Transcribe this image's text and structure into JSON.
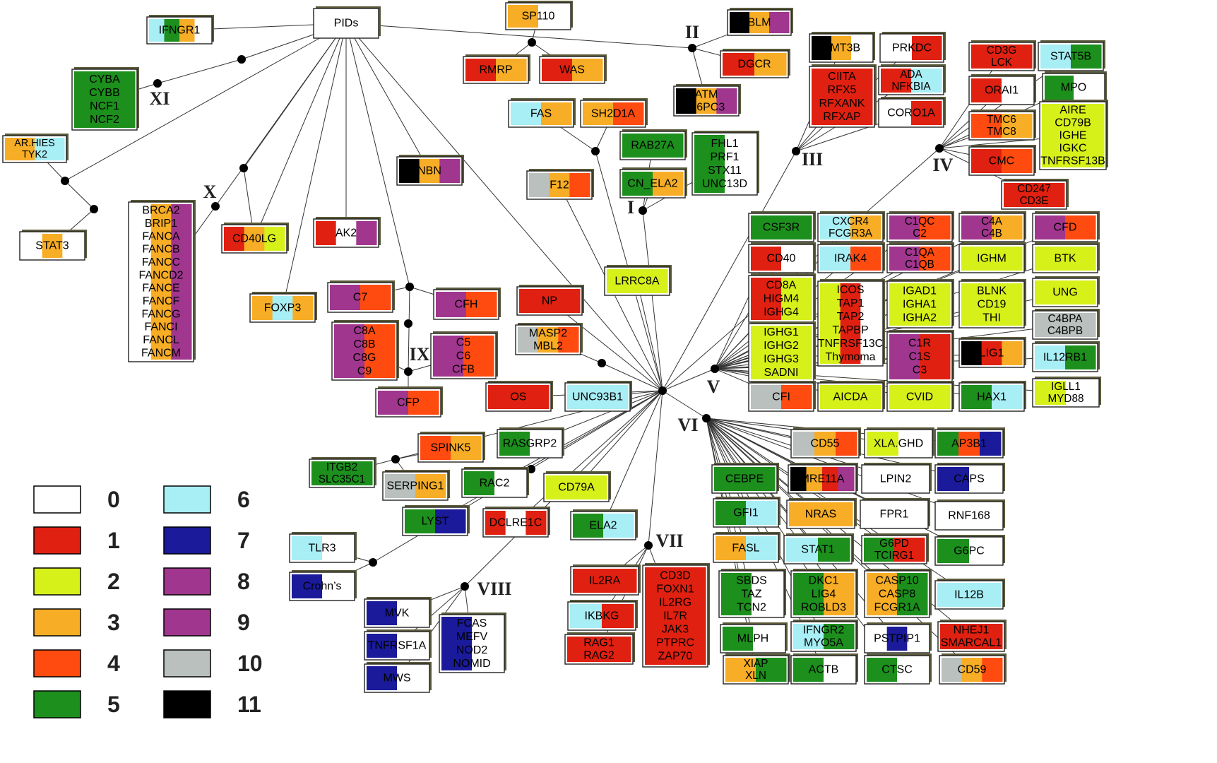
{
  "palette": {
    "0": "#ffffff",
    "1": "#e02010",
    "2": "#d6f01a",
    "3": "#f7ad25",
    "4": "#ff4a10",
    "5": "#1c8f1c",
    "6": "#a8eef5",
    "7": "#1a1a9a",
    "8": "#a0368e",
    "9": "#a0368e",
    "10": "#b9c0bd",
    "11": "#000000"
  },
  "legend": [
    {
      "key": "0",
      "color": "#ffffff"
    },
    {
      "key": "1",
      "color": "#e02010"
    },
    {
      "key": "2",
      "color": "#d6f01a"
    },
    {
      "key": "3",
      "color": "#f7ad25"
    },
    {
      "key": "4",
      "color": "#ff4a10"
    },
    {
      "key": "5",
      "color": "#1c8f1c"
    },
    {
      "key": "6",
      "color": "#a8eef5"
    },
    {
      "key": "7",
      "color": "#1a1a9a"
    },
    {
      "key": "8",
      "color": "#a0368e"
    },
    {
      "key": "9",
      "color": "#a0368e"
    },
    {
      "key": "10",
      "color": "#b9c0bd"
    },
    {
      "key": "11",
      "color": "#000000"
    }
  ],
  "cluster_labels": [
    "I",
    "II",
    "III",
    "IV",
    "V",
    "VI",
    "VII",
    "VIII",
    "IX",
    "X",
    "XI"
  ],
  "nodes": [
    {
      "id": "pids",
      "labels": [
        "PIDs"
      ],
      "colors": [
        "0"
      ]
    },
    {
      "id": "ifngr1",
      "labels": [
        "IFNGR1"
      ],
      "colors": [
        "6",
        "5",
        "3",
        "0"
      ]
    },
    {
      "id": "sp110",
      "labels": [
        "SP110"
      ],
      "colors": [
        "3",
        "0"
      ]
    },
    {
      "id": "blm",
      "labels": [
        "BLM"
      ],
      "colors": [
        "11",
        "3",
        "8"
      ]
    },
    {
      "id": "cyba",
      "labels": [
        "CYBA",
        "CYBB",
        "NCF1",
        "NCF2"
      ],
      "colors": [
        "5"
      ]
    },
    {
      "id": "rmrp",
      "labels": [
        "RMRP"
      ],
      "colors": [
        "1",
        "3"
      ]
    },
    {
      "id": "was",
      "labels": [
        "WAS"
      ],
      "colors": [
        "1",
        "3"
      ]
    },
    {
      "id": "dgcr",
      "labels": [
        "DGCR"
      ],
      "colors": [
        "1",
        "3"
      ]
    },
    {
      "id": "atm",
      "labels": [
        "ATM",
        "G6PC3"
      ],
      "colors": [
        "11",
        "3",
        "8"
      ]
    },
    {
      "id": "nmt3b",
      "labels": [
        "NMT3B"
      ],
      "colors": [
        "11",
        "3",
        "0"
      ]
    },
    {
      "id": "prkdc",
      "labels": [
        "PRKDC"
      ],
      "colors": [
        "0",
        "1"
      ]
    },
    {
      "id": "cd3g",
      "labels": [
        "CD3G",
        "LCK"
      ],
      "colors": [
        "1"
      ]
    },
    {
      "id": "stat5b",
      "labels": [
        "STAT5B"
      ],
      "colors": [
        "6",
        "5"
      ]
    },
    {
      "id": "arhies",
      "labels": [
        "AR.HIES",
        "TYK2"
      ],
      "colors": [
        "3",
        "6"
      ]
    },
    {
      "id": "fas",
      "labels": [
        "FAS"
      ],
      "colors": [
        "6",
        "3"
      ]
    },
    {
      "id": "sh2d1a",
      "labels": [
        "SH2D1A"
      ],
      "colors": [
        "3",
        "4"
      ]
    },
    {
      "id": "ciita",
      "labels": [
        "CIITA",
        "RFX5",
        "RFXANK",
        "RFXAP"
      ],
      "colors": [
        "1"
      ]
    },
    {
      "id": "ada",
      "labels": [
        "ADA",
        "NFKBIA"
      ],
      "colors": [
        "1",
        "6"
      ]
    },
    {
      "id": "orai1",
      "labels": [
        "ORAI1"
      ],
      "colors": [
        "1",
        "0"
      ]
    },
    {
      "id": "mpo",
      "labels": [
        "MPO"
      ],
      "colors": [
        "5",
        "0"
      ]
    },
    {
      "id": "rab27a",
      "labels": [
        "RAB27A"
      ],
      "colors": [
        "5"
      ]
    },
    {
      "id": "fhl1",
      "labels": [
        "FHL1",
        "PRF1",
        "STX11",
        "UNC13D"
      ],
      "colors": [
        "5",
        "0"
      ]
    },
    {
      "id": "coro1a",
      "labels": [
        "CORO1A"
      ],
      "colors": [
        "0",
        "1"
      ]
    },
    {
      "id": "tmc6",
      "labels": [
        "TMC6",
        "TMC8"
      ],
      "colors": [
        "4",
        "3"
      ]
    },
    {
      "id": "aire",
      "labels": [
        "AIRE",
        "CD79B",
        "IGHE",
        "IGKC",
        "TNFRSF13B"
      ],
      "colors": [
        "2"
      ]
    },
    {
      "id": "nbn",
      "labels": [
        "NBN"
      ],
      "colors": [
        "11",
        "3",
        "8"
      ]
    },
    {
      "id": "f12",
      "labels": [
        "F12"
      ],
      "colors": [
        "10",
        "3",
        "4"
      ]
    },
    {
      "id": "cnela2",
      "labels": [
        "CN_ELA2"
      ],
      "colors": [
        "5",
        "3"
      ]
    },
    {
      "id": "cmc",
      "labels": [
        "CMC"
      ],
      "colors": [
        "1",
        "4"
      ]
    },
    {
      "id": "cd247",
      "labels": [
        "CD247",
        "CD3E"
      ],
      "colors": [
        "1"
      ]
    },
    {
      "id": "brca2",
      "labels": [
        "BRCA2",
        "BRIP1",
        "FANCA",
        "FANCB",
        "FANCC",
        "FANCD2",
        "FANCE",
        "FANCF",
        "FANCG",
        "FANCI",
        "FANCL",
        "FANCM"
      ],
      "colors": [
        "0",
        "3",
        "8"
      ]
    },
    {
      "id": "stat3",
      "labels": [
        "STAT3"
      ],
      "colors": [
        "0",
        "3",
        "0"
      ]
    },
    {
      "id": "cd40lg",
      "labels": [
        "CD40LG"
      ],
      "colors": [
        "1",
        "3",
        "2"
      ]
    },
    {
      "id": "ak2",
      "labels": [
        "AK2"
      ],
      "colors": [
        "1",
        "0",
        "8"
      ]
    },
    {
      "id": "csf3r",
      "labels": [
        "CSF3R"
      ],
      "colors": [
        "5"
      ]
    },
    {
      "id": "cxcr4",
      "labels": [
        "CXCR4",
        "FCGR3A"
      ],
      "colors": [
        "6",
        "3"
      ]
    },
    {
      "id": "c1qc",
      "labels": [
        "C1QC",
        "C2"
      ],
      "colors": [
        "8",
        "4"
      ]
    },
    {
      "id": "c4a",
      "labels": [
        "C4A",
        "C4B"
      ],
      "colors": [
        "8",
        "3"
      ]
    },
    {
      "id": "cfd",
      "labels": [
        "CFD"
      ],
      "colors": [
        "8",
        "4"
      ]
    },
    {
      "id": "lrrc8a",
      "labels": [
        "LRRC8A"
      ],
      "colors": [
        "2"
      ]
    },
    {
      "id": "cd40",
      "labels": [
        "CD40"
      ],
      "colors": [
        "1",
        "0"
      ]
    },
    {
      "id": "irak4",
      "labels": [
        "IRAK4"
      ],
      "colors": [
        "6",
        "4"
      ]
    },
    {
      "id": "c1qa",
      "labels": [
        "C1QA",
        "C1QB"
      ],
      "colors": [
        "8",
        "4"
      ]
    },
    {
      "id": "ighm",
      "labels": [
        "IGHM"
      ],
      "colors": [
        "2"
      ]
    },
    {
      "id": "btk",
      "labels": [
        "BTK"
      ],
      "colors": [
        "2"
      ]
    },
    {
      "id": "c7",
      "labels": [
        "C7"
      ],
      "colors": [
        "8",
        "4"
      ]
    },
    {
      "id": "cfh",
      "labels": [
        "CFH"
      ],
      "colors": [
        "8",
        "4"
      ]
    },
    {
      "id": "foxp3",
      "labels": [
        "FOXP3"
      ],
      "colors": [
        "3",
        "6",
        "3"
      ]
    },
    {
      "id": "np",
      "labels": [
        "NP"
      ],
      "colors": [
        "1"
      ]
    },
    {
      "id": "cd8a",
      "labels": [
        "CD8A",
        "HIGM4",
        "IGHG4"
      ],
      "colors": [
        "1",
        "2"
      ]
    },
    {
      "id": "icos",
      "labels": [
        "ICOS",
        "TAP1",
        "TAP2",
        "TAPBP",
        "TNFRSF13C",
        "Thymoma"
      ],
      "colors": [
        "2",
        "1",
        "0"
      ]
    },
    {
      "id": "igad1",
      "labels": [
        "IGAD1",
        "IGHA1",
        "IGHA2"
      ],
      "colors": [
        "2"
      ]
    },
    {
      "id": "blnk",
      "labels": [
        "BLNK",
        "CD19",
        "THI"
      ],
      "colors": [
        "2"
      ]
    },
    {
      "id": "ung",
      "labels": [
        "UNG"
      ],
      "colors": [
        "2"
      ]
    },
    {
      "id": "c4bpa",
      "labels": [
        "C4BPA",
        "C4BPB"
      ],
      "colors": [
        "10"
      ]
    },
    {
      "id": "c8a",
      "labels": [
        "C8A",
        "C8B",
        "C8G",
        "C9"
      ],
      "colors": [
        "8",
        "4"
      ]
    },
    {
      "id": "masp2",
      "labels": [
        "MASP2",
        "MBL2"
      ],
      "colors": [
        "10",
        "3",
        "4"
      ]
    },
    {
      "id": "c5",
      "labels": [
        "C5",
        "C6",
        "CFB"
      ],
      "colors": [
        "8",
        "4"
      ]
    },
    {
      "id": "ighg1",
      "labels": [
        "IGHG1",
        "IGHG2",
        "IGHG3",
        "SADNI"
      ],
      "colors": [
        "2"
      ]
    },
    {
      "id": "c1r",
      "labels": [
        "C1R",
        "C1S",
        "C3"
      ],
      "colors": [
        "8",
        "1"
      ]
    },
    {
      "id": "lig1",
      "labels": [
        "LIG1"
      ],
      "colors": [
        "11",
        "1",
        "3"
      ]
    },
    {
      "id": "il12rb1",
      "labels": [
        "IL12RB1"
      ],
      "colors": [
        "6",
        "5"
      ]
    },
    {
      "id": "os",
      "labels": [
        "OS"
      ],
      "colors": [
        "1"
      ]
    },
    {
      "id": "unc93b1",
      "labels": [
        "UNC93B1"
      ],
      "colors": [
        "6"
      ]
    },
    {
      "id": "cfi",
      "labels": [
        "CFI"
      ],
      "colors": [
        "10",
        "4"
      ]
    },
    {
      "id": "aicda",
      "labels": [
        "AICDA"
      ],
      "colors": [
        "2"
      ]
    },
    {
      "id": "cvid",
      "labels": [
        "CVID"
      ],
      "colors": [
        "2"
      ]
    },
    {
      "id": "hax1",
      "labels": [
        "HAX1"
      ],
      "colors": [
        "5",
        "6"
      ]
    },
    {
      "id": "igll1",
      "labels": [
        "IGLL1",
        "MYD88"
      ],
      "colors": [
        "2",
        "0"
      ]
    },
    {
      "id": "cfp",
      "labels": [
        "CFP"
      ],
      "colors": [
        "8",
        "4"
      ]
    },
    {
      "id": "spink5",
      "labels": [
        "SPINK5"
      ],
      "colors": [
        "4",
        "3"
      ]
    },
    {
      "id": "rasgrp2",
      "labels": [
        "RASGRP2"
      ],
      "colors": [
        "5",
        "0"
      ]
    },
    {
      "id": "cd55",
      "labels": [
        "CD55"
      ],
      "colors": [
        "10",
        "3",
        "4"
      ]
    },
    {
      "id": "xlaghd",
      "labels": [
        "XLA.GHD"
      ],
      "colors": [
        "2",
        "0"
      ]
    },
    {
      "id": "ap3b1",
      "labels": [
        "AP3B1"
      ],
      "colors": [
        "5",
        "4",
        "7"
      ]
    },
    {
      "id": "itgb2",
      "labels": [
        "ITGB2",
        "SLC35C1"
      ],
      "colors": [
        "5"
      ]
    },
    {
      "id": "serping1",
      "labels": [
        "SERPING1"
      ],
      "colors": [
        "10",
        "3"
      ]
    },
    {
      "id": "rac2",
      "labels": [
        "RAC2"
      ],
      "colors": [
        "5",
        "0"
      ]
    },
    {
      "id": "cd79a",
      "labels": [
        "CD79A"
      ],
      "colors": [
        "2"
      ]
    },
    {
      "id": "cebpe",
      "labels": [
        "CEBPE"
      ],
      "colors": [
        "5"
      ]
    },
    {
      "id": "mre11a",
      "labels": [
        "MRE11A"
      ],
      "colors": [
        "11",
        "3",
        "1",
        "8"
      ]
    },
    {
      "id": "lpin2",
      "labels": [
        "LPIN2"
      ],
      "colors": [
        "0"
      ]
    },
    {
      "id": "caps",
      "labels": [
        "CAPS"
      ],
      "colors": [
        "7",
        "0"
      ]
    },
    {
      "id": "rnf168",
      "labels": [
        "RNF168"
      ],
      "colors": [
        "0"
      ]
    },
    {
      "id": "lyst",
      "labels": [
        "LYST"
      ],
      "colors": [
        "5",
        "7"
      ]
    },
    {
      "id": "dclre1c",
      "labels": [
        "DCLRE1C"
      ],
      "colors": [
        "1",
        "0",
        "1"
      ]
    },
    {
      "id": "ela2",
      "labels": [
        "ELA2"
      ],
      "colors": [
        "5",
        "6"
      ]
    },
    {
      "id": "gfi1",
      "labels": [
        "GFI1"
      ],
      "colors": [
        "5",
        "6"
      ]
    },
    {
      "id": "nras",
      "labels": [
        "NRAS"
      ],
      "colors": [
        "3"
      ]
    },
    {
      "id": "fpr1",
      "labels": [
        "FPR1"
      ],
      "colors": [
        "0"
      ]
    },
    {
      "id": "tlr3",
      "labels": [
        "TLR3"
      ],
      "colors": [
        "6",
        "0"
      ]
    },
    {
      "id": "fasl",
      "labels": [
        "FASL"
      ],
      "colors": [
        "3",
        "6"
      ]
    },
    {
      "id": "stat1",
      "labels": [
        "STAT1"
      ],
      "colors": [
        "6",
        "5"
      ]
    },
    {
      "id": "g6pd",
      "labels": [
        "G6PD",
        "TCIRG1"
      ],
      "colors": [
        "5",
        "1"
      ]
    },
    {
      "id": "g6pc",
      "labels": [
        "G6PC"
      ],
      "colors": [
        "5",
        "0"
      ]
    },
    {
      "id": "crohns",
      "labels": [
        "Crohn’s"
      ],
      "colors": [
        "7",
        "0"
      ]
    },
    {
      "id": "il2ra",
      "labels": [
        "IL2RA"
      ],
      "colors": [
        "1"
      ]
    },
    {
      "id": "cd3d",
      "labels": [
        "CD3D",
        "FOXN1",
        "IL2RG",
        "IL7R",
        "JAK3",
        "PTPRC",
        "ZAP70"
      ],
      "colors": [
        "1"
      ]
    },
    {
      "id": "sbds",
      "labels": [
        "SBDS",
        "TAZ",
        "TCN2"
      ],
      "colors": [
        "5",
        "0"
      ]
    },
    {
      "id": "dkc1",
      "labels": [
        "DKC1",
        "LIG4",
        "ROBLD3"
      ],
      "colors": [
        "5",
        "3"
      ]
    },
    {
      "id": "casp10",
      "labels": [
        "CASP10",
        "CASP8",
        "FCGR1A"
      ],
      "colors": [
        "3",
        "5"
      ]
    },
    {
      "id": "il12b",
      "labels": [
        "IL12B"
      ],
      "colors": [
        "6"
      ]
    },
    {
      "id": "mvk",
      "labels": [
        "MVK"
      ],
      "colors": [
        "7",
        "0"
      ]
    },
    {
      "id": "ikbkg",
      "labels": [
        "IKBKG"
      ],
      "colors": [
        "6",
        "1"
      ]
    },
    {
      "id": "fcas",
      "labels": [
        "FCAS",
        "MEFV",
        "NOD2",
        "NOMID"
      ],
      "colors": [
        "7",
        "0"
      ]
    },
    {
      "id": "mlph",
      "labels": [
        "MLPH"
      ],
      "colors": [
        "5",
        "0"
      ]
    },
    {
      "id": "ifngr2",
      "labels": [
        "IFNGR2",
        "MYO5A"
      ],
      "colors": [
        "6",
        "5"
      ]
    },
    {
      "id": "pstpip1",
      "labels": [
        "PSTPIP1"
      ],
      "colors": [
        "0",
        "7",
        "0"
      ]
    },
    {
      "id": "nhej1",
      "labels": [
        "NHEJ1",
        "SMARCAL1"
      ],
      "colors": [
        "1"
      ]
    },
    {
      "id": "tnfrsf1a",
      "labels": [
        "TNFRSF1A"
      ],
      "colors": [
        "7",
        "0"
      ]
    },
    {
      "id": "rag1",
      "labels": [
        "RAG1",
        "RAG2"
      ],
      "colors": [
        "1"
      ]
    },
    {
      "id": "xiap",
      "labels": [
        "XIAP",
        "XLN"
      ],
      "colors": [
        "3",
        "5"
      ]
    },
    {
      "id": "actb",
      "labels": [
        "ACTB"
      ],
      "colors": [
        "5",
        "0"
      ]
    },
    {
      "id": "ctsc",
      "labels": [
        "CTSC"
      ],
      "colors": [
        "5",
        "0"
      ]
    },
    {
      "id": "cd59",
      "labels": [
        "CD59"
      ],
      "colors": [
        "10",
        "3",
        "4"
      ]
    },
    {
      "id": "mws",
      "labels": [
        "MWS"
      ],
      "colors": [
        "7",
        "0"
      ]
    }
  ]
}
